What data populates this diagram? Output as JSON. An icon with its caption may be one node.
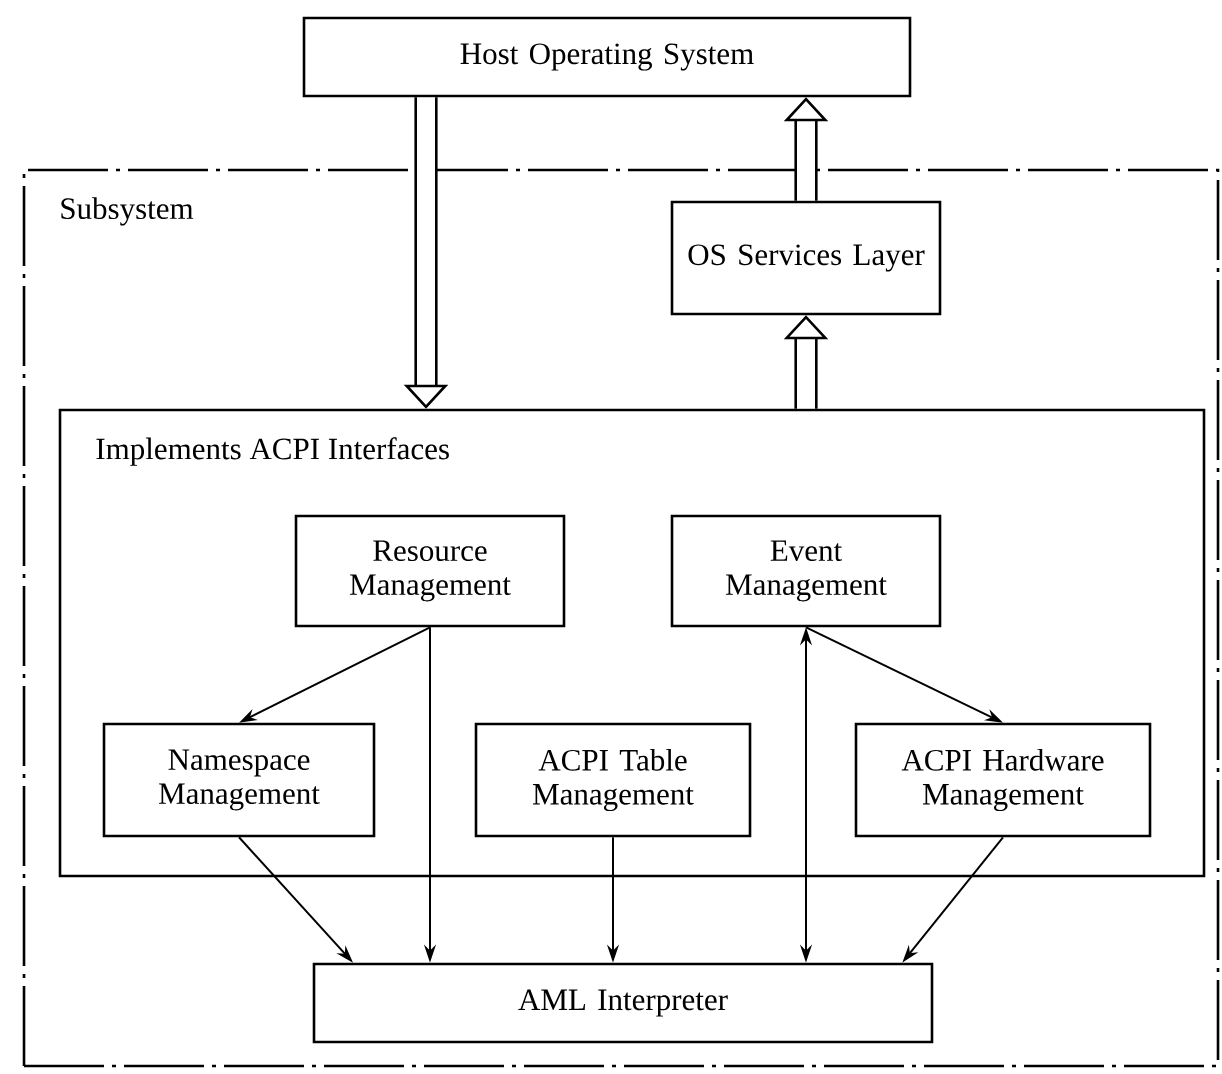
{
  "diagram": {
    "nodes": [
      {
        "text": [
          "Host Operating System"
        ]
      },
      {
        "text": [
          "Subsystem"
        ]
      },
      {
        "text": [
          "OS Services Layer"
        ],
        "in": 1
      },
      {
        "text": [
          "Implements ACPI Interfaces"
        ],
        "in": 1
      },
      {
        "text": [
          "Resource Management"
        ],
        "in": 3
      },
      {
        "text": [
          "Event Management"
        ],
        "in": 3
      },
      {
        "text": [
          "Namespace Management"
        ],
        "in": 3
      },
      {
        "text": [
          "ACPI Table Management"
        ],
        "in": 3
      },
      {
        "text": [
          "ACPI Hardware Management"
        ],
        "in": 3
      },
      {
        "text": [
          "AML Interpreter"
        ],
        "in": 1
      }
    ],
    "edges": [
      {
        "from": 0,
        "to": 3,
        "arrow": "to",
        "style": "thick"
      },
      {
        "from": 3,
        "to": 2,
        "arrow": "to",
        "style": "thick"
      },
      {
        "from": 2,
        "to": 0,
        "arrow": "to",
        "style": "thick"
      },
      {
        "from": 4,
        "to": 6,
        "arrow": "to"
      },
      {
        "from": 4,
        "to": 9,
        "arrow": "to"
      },
      {
        "from": 5,
        "to": 8,
        "arrow": "to"
      },
      {
        "from": 5,
        "to": 9,
        "arrow": "both"
      },
      {
        "from": 6,
        "to": 9,
        "arrow": "to"
      },
      {
        "from": 7,
        "to": 9,
        "arrow": "to"
      },
      {
        "from": 8,
        "to": 9,
        "arrow": "to"
      }
    ]
  }
}
